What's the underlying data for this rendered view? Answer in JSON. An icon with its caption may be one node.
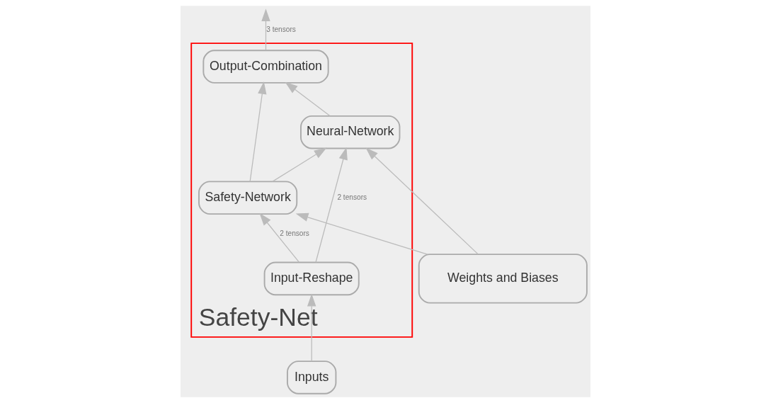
{
  "diagram": {
    "nodes": [
      {
        "text": [
          "Safety-Net"
        ]
      },
      {
        "text": [
          "Output-Combination"
        ],
        "in": 0
      },
      {
        "text": [
          "Neural-Network"
        ],
        "in": 0
      },
      {
        "text": [
          "Safety-Network"
        ],
        "in": 0
      },
      {
        "text": [
          "Input-Reshape"
        ],
        "in": 0
      },
      {
        "text": [
          "Inputs"
        ]
      },
      {
        "text": [
          "Weights and Biases"
        ]
      }
    ],
    "edges": [
      {
        "from": 1,
        "to": null,
        "arrow": "to",
        "label": "3 tensors"
      },
      {
        "from": 2,
        "to": 1,
        "arrow": "to"
      },
      {
        "from": 3,
        "to": 1,
        "arrow": "to"
      },
      {
        "from": 3,
        "to": 2,
        "arrow": "to"
      },
      {
        "from": 4,
        "to": 2,
        "arrow": "to",
        "label": "2 tensors"
      },
      {
        "from": 4,
        "to": 3,
        "arrow": "to",
        "label": "2 tensors"
      },
      {
        "from": 5,
        "to": 4,
        "arrow": "to"
      },
      {
        "from": 6,
        "to": 2,
        "arrow": "to"
      },
      {
        "from": 6,
        "to": 3,
        "arrow": "to"
      }
    ]
  }
}
